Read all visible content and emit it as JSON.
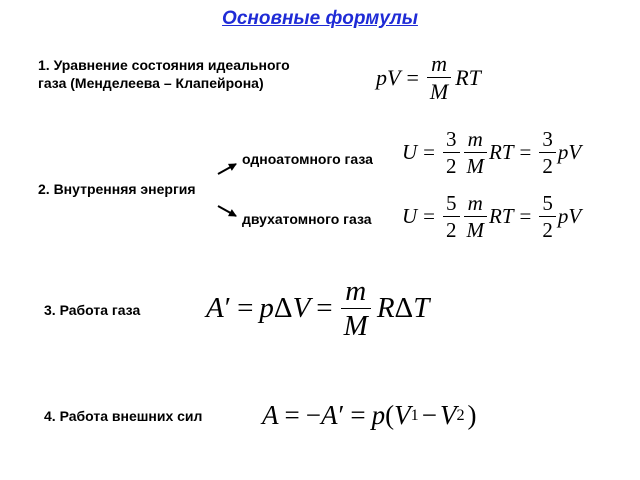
{
  "title": "Основные формулы",
  "s1": {
    "label_line1": "1.  Уравнение состояния идеального",
    "label_line2": "газа (Менделеева – Клапейрона)",
    "pV": "pV",
    "eq": "=",
    "m": "m",
    "M": "M",
    "RT": "RT"
  },
  "s2": {
    "label": "2. Внутренняя энергия",
    "mono_label": "одноатомного газа",
    "di_label": "двухатомного газа",
    "U": "U",
    "eq": "=",
    "mono_num": "3",
    "di_num": "5",
    "den": "2",
    "m": "m",
    "M": "M",
    "RT": "RT",
    "pV": "pV"
  },
  "s3": {
    "label": "3. Работа газа",
    "A": "A",
    "prime": "′",
    "eq": "=",
    "p": "p",
    "delta": "Δ",
    "V": "V",
    "m": "m",
    "M": "M",
    "R": "R",
    "T": "T"
  },
  "s4": {
    "label": "4. Работа внешних сил",
    "A": "A",
    "eq": "=",
    "minus": "−",
    "prime": "′",
    "p": "p",
    "lparen": "(",
    "rparen": ")",
    "V": "V",
    "one": "1",
    "two": "2"
  }
}
